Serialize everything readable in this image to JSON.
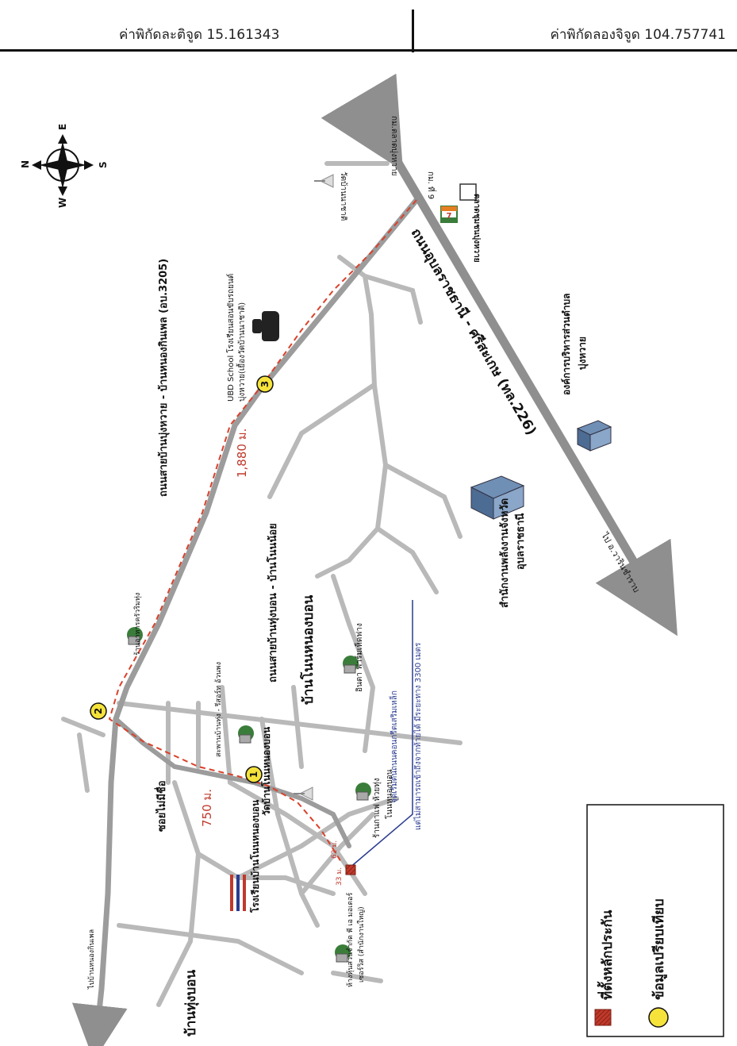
{
  "header": {
    "latitude_label": "ค่าพิกัดละติจูด 15.161343",
    "longitude_label": "ค่าพิกัดลองจิจูด 104.757741"
  },
  "compass": {
    "north": "N",
    "east": "E",
    "south": "S",
    "west": "W"
  },
  "roads": {
    "main_highway": "ถนนอุบลราชธานี - ศรีสะเกษ (ทล.226)",
    "highway_end_top": "กม.ตลาดบุ่งหวาย",
    "highway_end_bottom": "ไป อ.วารินชำราบ",
    "road_3205": "ถนนสายบ้านบุ่งหวาย - บ้านหนองกินเพล (อบ.3205)",
    "road_nonbon": "ถนนสายบ้านทุ่งบอน - บ้านโนนน้อย",
    "soi_unnamed": "ซอยไม่มีชื่อ",
    "to_nong_kin_phen": "ไปบ้านหนองกินเพล"
  },
  "villages": {
    "ban_non_nong_bon": "บ้านโนนหนองบอน",
    "ban_thung_bon": "บ้านทุ่งบอน"
  },
  "places": {
    "seven_eleven": "ตลาดชุมชนบุ่งหวาย",
    "km_marker": "กม. ที่ 9",
    "wat_ban_na_chat": "วัดบ้านนาชาติ",
    "ubd_school": "UBD School โรงเรียนสอนขับรถยนต์",
    "ubd_school_sub": "บุ่งหวาย(เยื้องวัดบ้านนาชาติ)",
    "provincial_energy": "สำนักงานพลังงานจังหวัด",
    "provincial_energy_sub": "อุบลราชธานี",
    "tao": "องค์การบริหารส่วนตำบล",
    "tao_sub": "บุ่งหวาย",
    "restaurant": "ร้านอาหารครัวริมทุ่ง",
    "resort": "สะพานบ้านทุ่ง - รีสอร์ท อ้วนพง",
    "wat_non_nong_bon": "วัดบ้านโนนหนองบอน",
    "school": "โรงเรียนบ้านโนนหนองบอน",
    "farm": "อินตา ฟาร์มเห็ดฟาง",
    "shop_kaeo": "ร้านกาแฟ ห้วยทุ่ง",
    "shop_kaeo_sub": "โนนหนองบอน",
    "partnership": "ห้างหุ้นส่วนจำกัด พี เอ มอเตอร์",
    "partnership_sub": "เซอร์วิส (สำนักงานใหญ่)"
  },
  "distances": {
    "d_1880": "1,880 ม.",
    "d_750": "750 ม.",
    "d_62": "62 ม.",
    "d_33": "33 ม."
  },
  "note": {
    "line1": "จุดเริ่มต้นถนนคอนกรีตเสริมเหล็ก",
    "line2": "แต่ไม่สามารถเข้าถึงจากท้ายได้ มีระยะทาง 3300 เมตร"
  },
  "markers": [
    "1",
    "2",
    "3"
  ],
  "legend": {
    "item1": "ที่ตั้งหลักประกัน",
    "item2": "ข้อมูลเปรียบเทียบ"
  },
  "colors": {
    "road": "#b9b9b9",
    "highway": "#8f8f8f",
    "route": "#d9412b",
    "marker_yellow": "#f5e33b",
    "collateral_red": "#c0392b",
    "note_blue": "#2a3c8f"
  }
}
